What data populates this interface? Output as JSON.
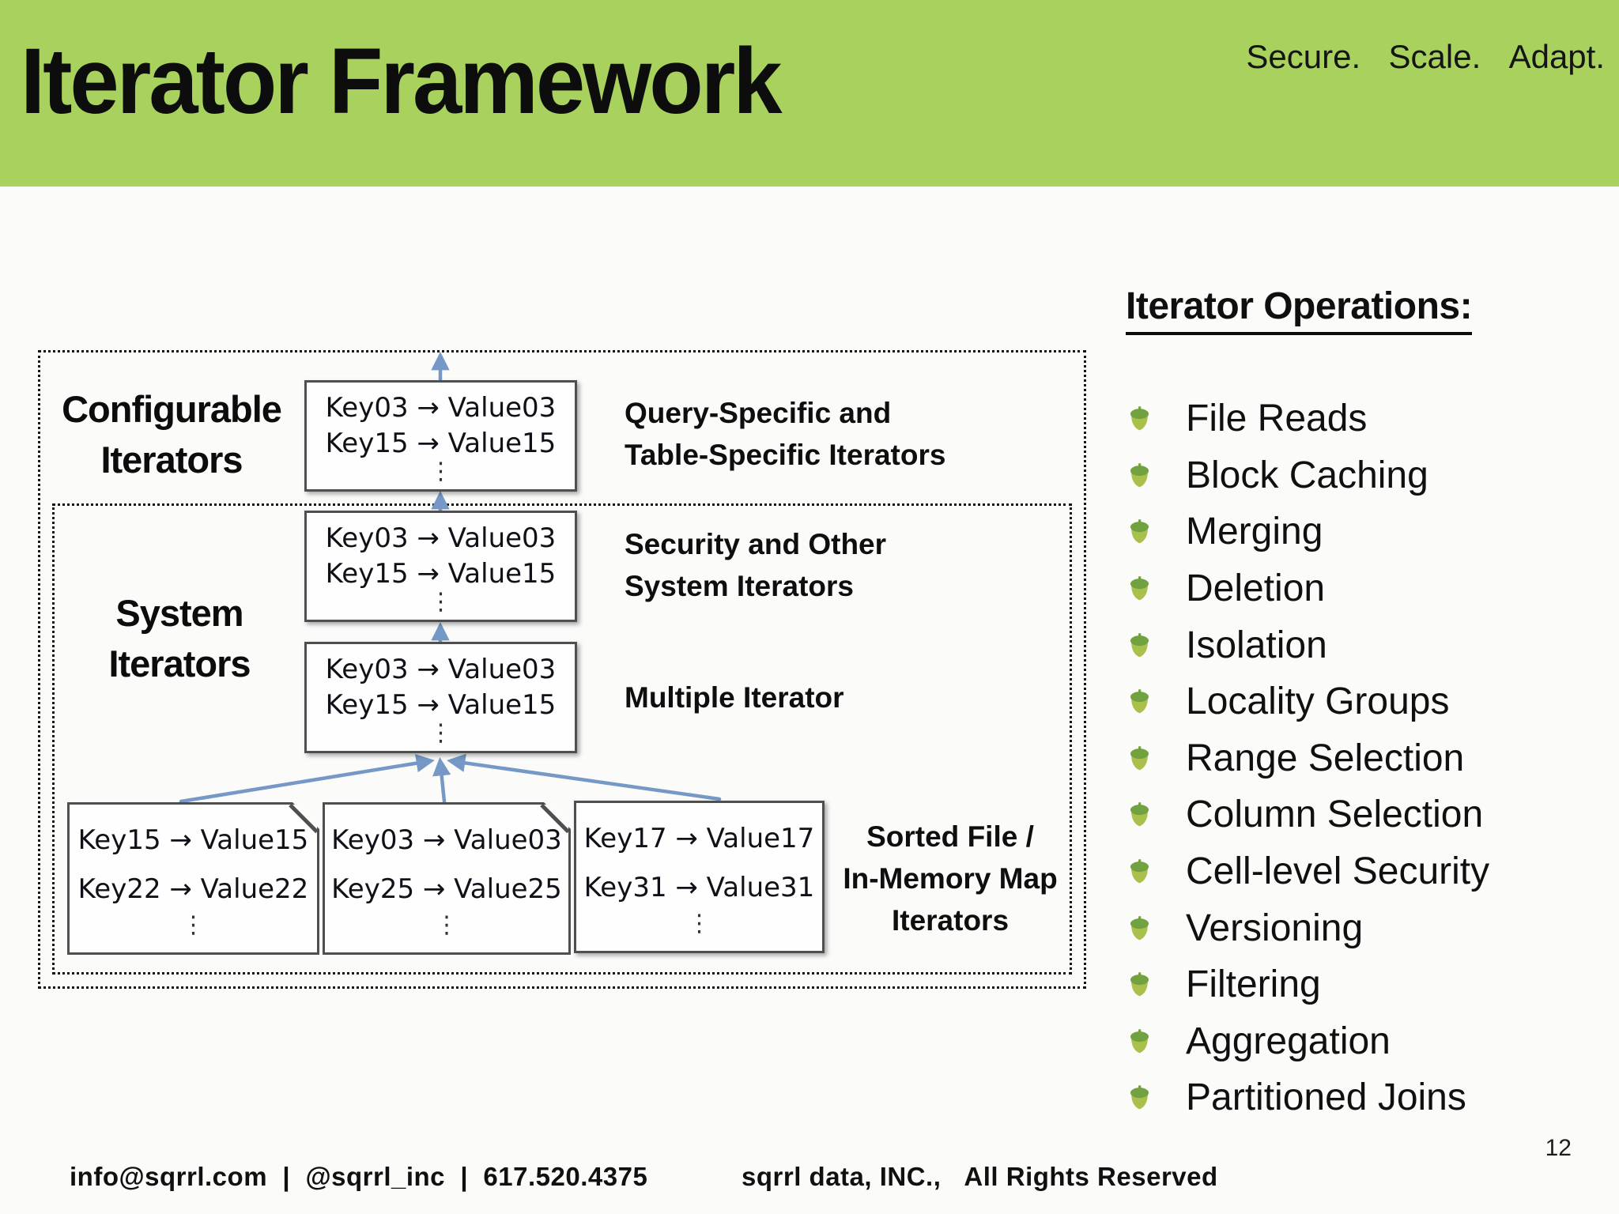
{
  "slide": {
    "title": "Iterator Framework",
    "tagline": "Secure.  Scale.  Adapt.",
    "page_number": "12"
  },
  "diagram": {
    "group_labels": {
      "configurable": [
        "Configurable",
        "Iterators"
      ],
      "system": [
        "System",
        "Iterators"
      ]
    },
    "ellipsis": "⋮",
    "stack_boxes": [
      {
        "lines": [
          "Key03 → Value03",
          "Key15 → Value15"
        ]
      },
      {
        "lines": [
          "Key03 → Value03",
          "Key15 → Value15"
        ]
      },
      {
        "lines": [
          "Key03 → Value03",
          "Key15 → Value15"
        ]
      }
    ],
    "side_labels": {
      "query": [
        "Query-Specific and",
        "Table-Specific Iterators"
      ],
      "security": [
        "Security and Other",
        "System Iterators"
      ],
      "multiple": "Multiple Iterator",
      "sorted": [
        "Sorted File /",
        "In-Memory Map",
        "Iterators"
      ]
    },
    "source_boxes": [
      {
        "lines": [
          "Key15 → Value15",
          "Key22 → Value22"
        ]
      },
      {
        "lines": [
          "Key03 → Value03",
          "Key25 → Value25"
        ]
      },
      {
        "lines": [
          "Key17 → Value17",
          "Key31 → Value31"
        ]
      }
    ]
  },
  "operations": {
    "heading": "Iterator Operations:",
    "items": [
      "File Reads",
      "Block Caching",
      "Merging",
      "Deletion",
      "Isolation",
      "Locality Groups",
      "Range Selection",
      "Column Selection",
      "Cell-level Security",
      "Versioning",
      "Filtering",
      "Aggregation",
      "Partitioned Joins"
    ]
  },
  "footer": {
    "contact": "info@sqrrl.com  |  @sqrrl_inc  |  617.520.4375",
    "copyright": "sqrrl data, INC.,   All Rights Reserved"
  },
  "colors": {
    "header-green": "#a8d15e",
    "arrow-blue": "#7598c6",
    "acorn-cap": "#71a23f",
    "acorn-body": "#a9c04c",
    "box-border": "#4f4f4f",
    "ink": "#0f0f0f"
  }
}
